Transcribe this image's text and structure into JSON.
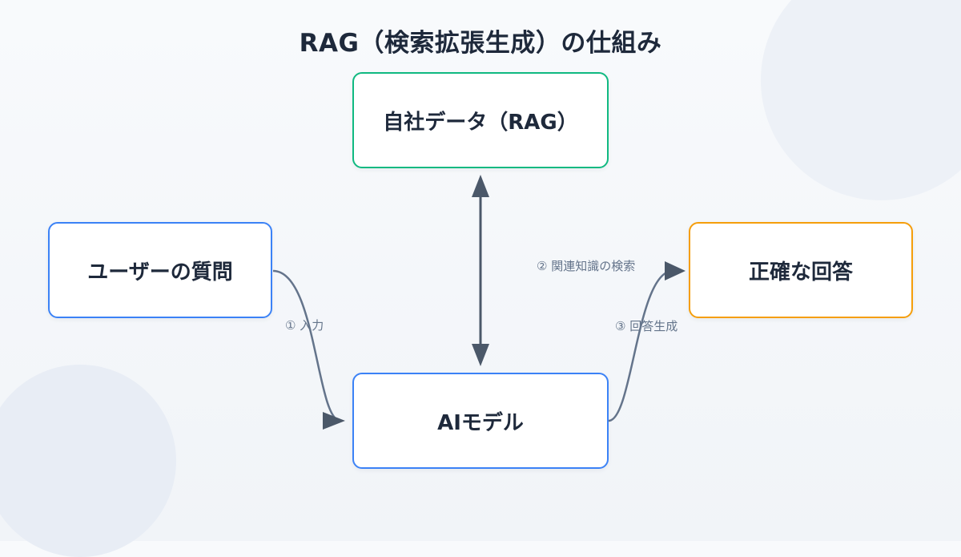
{
  "title": "RAG（検索拡張生成）の仕組み",
  "nodes": {
    "company_data": "自社データ（RAG）",
    "user_question": "ユーザーの質問",
    "ai_model": "AIモデル",
    "accurate_answer": "正確な回答"
  },
  "edges": {
    "input": "① 入力",
    "knowledge_search": "② 関連知識の検索",
    "answer_generation": "③ 回答生成"
  },
  "colors": {
    "data_border": "#10b981",
    "question_border": "#3b82f6",
    "model_border": "#3b82f6",
    "answer_border": "#f59e0b",
    "arrow": "#4b5869",
    "curve": "#64748b"
  }
}
